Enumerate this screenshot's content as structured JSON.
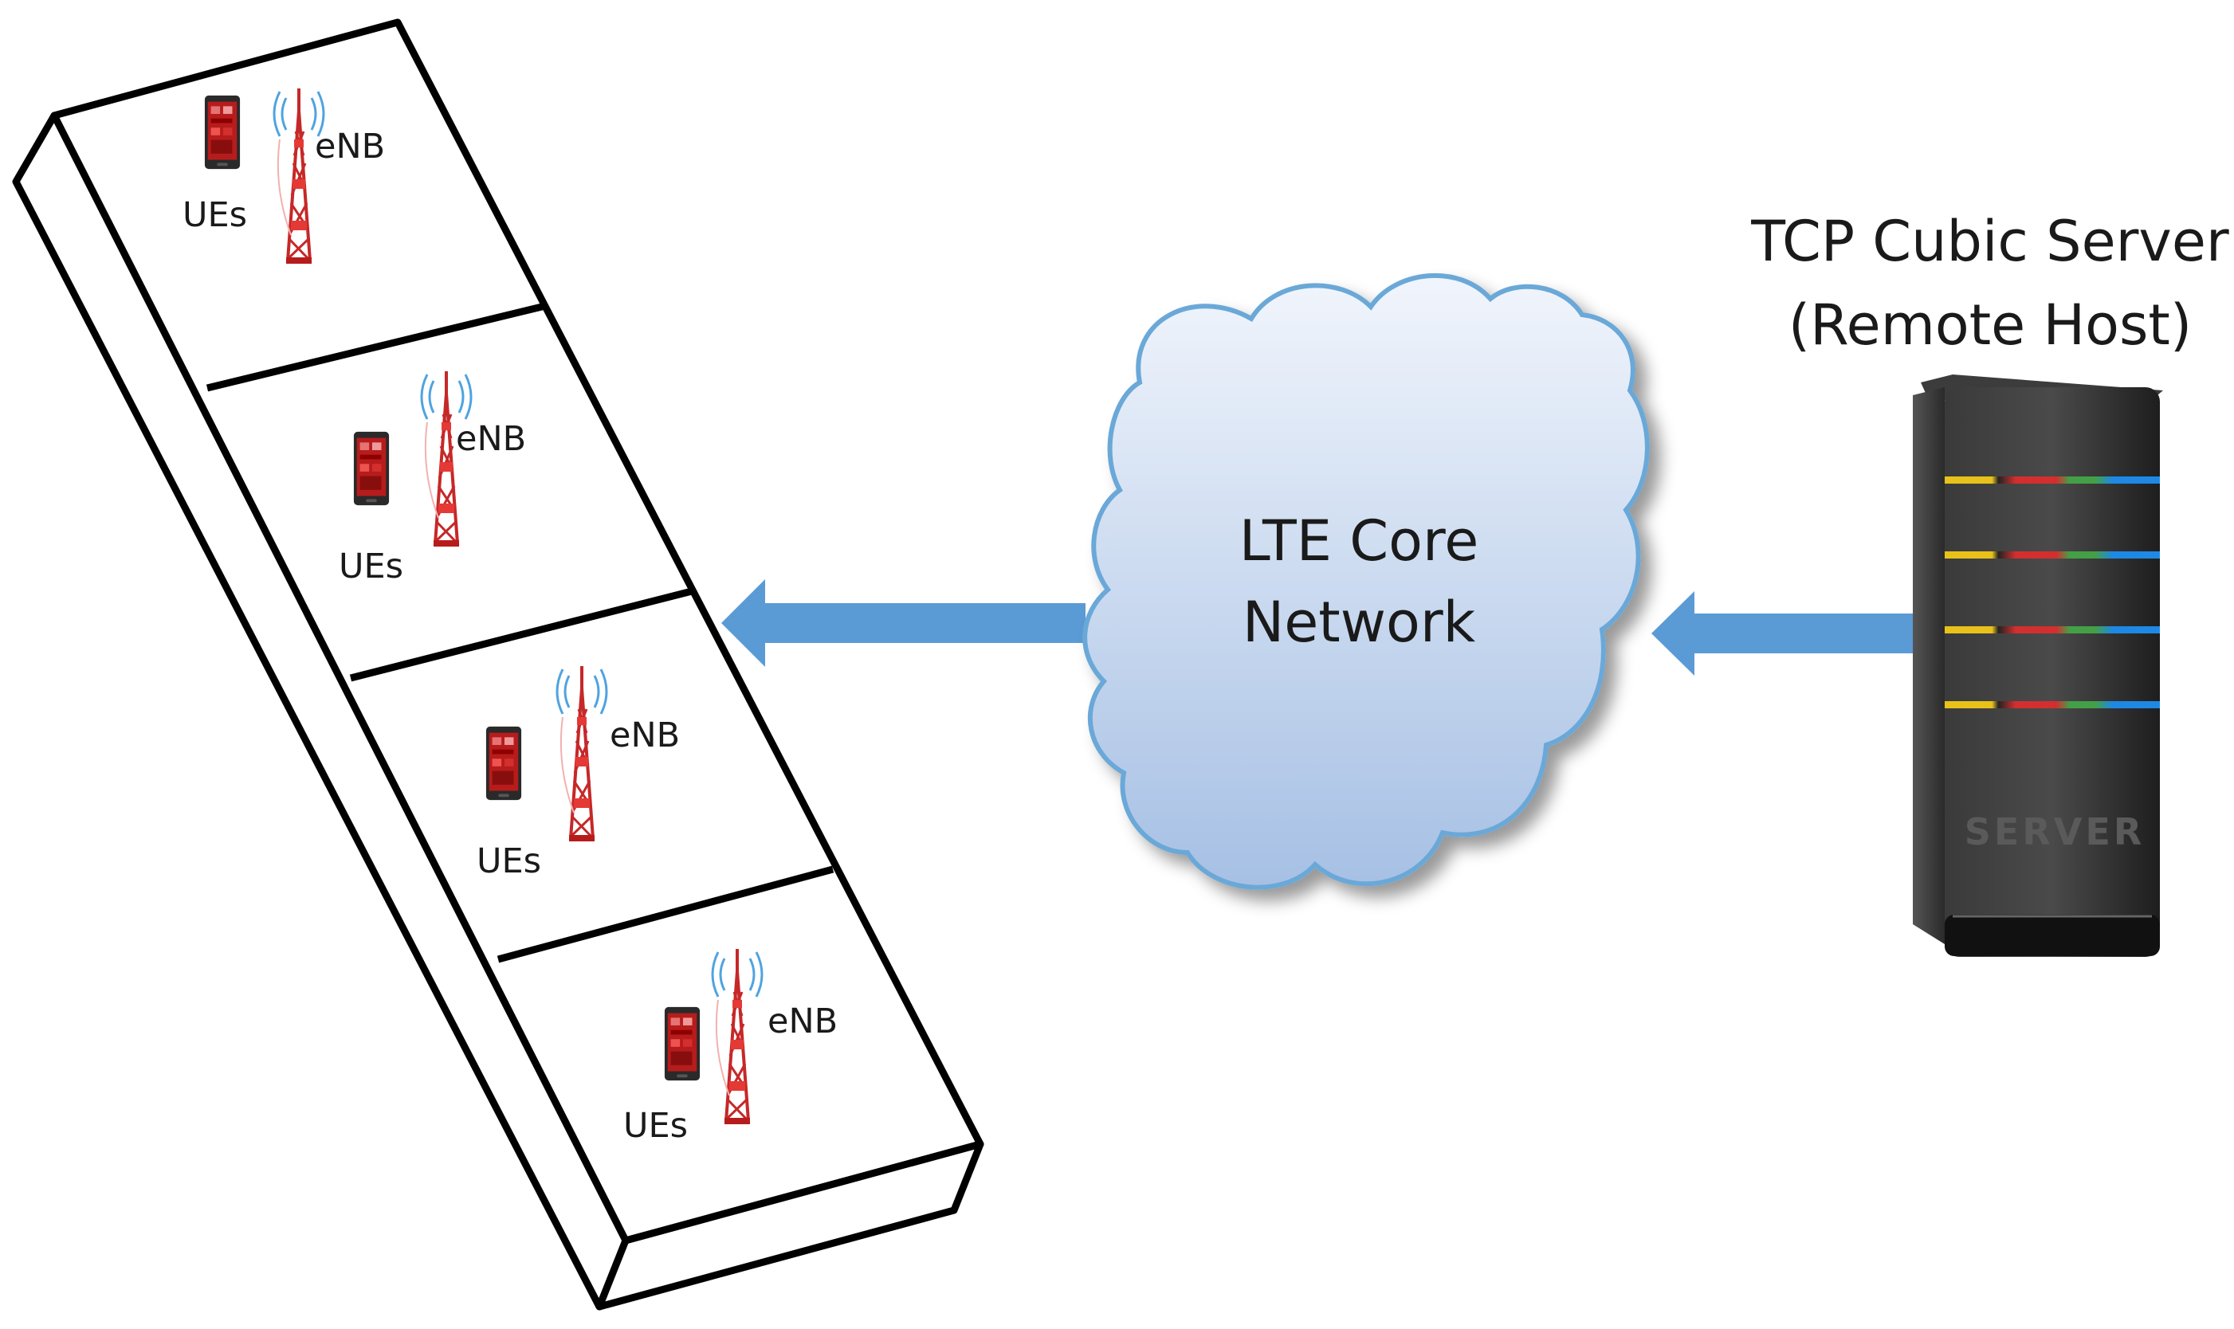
{
  "cells": [
    {
      "ue_label": "UEs",
      "enb_label": "eNB"
    },
    {
      "ue_label": "UEs",
      "enb_label": "eNB"
    },
    {
      "ue_label": "UEs",
      "enb_label": "eNB"
    },
    {
      "ue_label": "UEs",
      "enb_label": "eNB"
    }
  ],
  "core": {
    "line1": "LTE Core",
    "line2": "Network"
  },
  "server": {
    "title_line1": "TCP Cubic Server",
    "title_line2": "(Remote Host)",
    "case_text": "SERVER"
  },
  "colors": {
    "arrow": "#5b9bd5",
    "cloud_top": "#eef3fb",
    "cloud_bottom": "#a9c3e6",
    "cloud_edge": "#6aa8d8",
    "tower": "#c62828",
    "phone": "#b71c1c",
    "server_body": "#2b2b2b"
  },
  "icons": [
    "phone-icon",
    "cell-tower-icon",
    "cloud-icon",
    "server-icon",
    "arrow-left-icon"
  ]
}
